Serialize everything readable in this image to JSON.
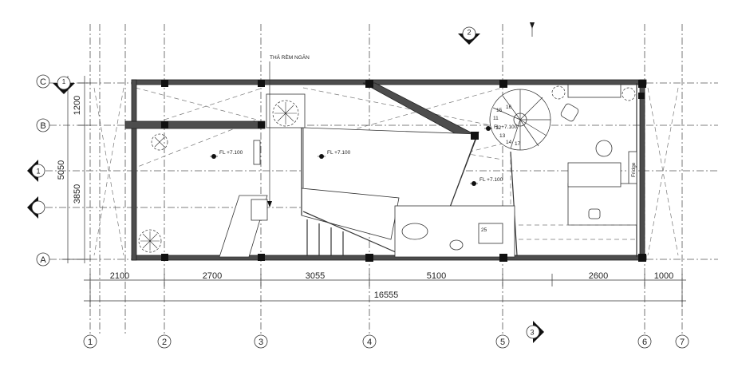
{
  "grid_axes": {
    "columns": [
      "1",
      "2",
      "3",
      "4",
      "5",
      "6",
      "7"
    ],
    "rows": [
      "C",
      "B",
      "A"
    ]
  },
  "dimensions": {
    "horizontal": [
      "2100",
      "2700",
      "3055",
      "5100",
      "2600",
      "1000"
    ],
    "total": "16555",
    "vertical_left": [
      "1200",
      "5050",
      "3850"
    ]
  },
  "labels": {
    "curtain_note": "THẢ RÈM NGĂN",
    "floor_levels": [
      "FL +7.100",
      "FL +7.100",
      "FL +7.100",
      "FL +7.100"
    ],
    "stair_steps": [
      "11",
      "12",
      "13",
      "14",
      "15",
      "16",
      "17"
    ],
    "cabinet_label": "Fridge",
    "small_dim": "25"
  },
  "section_markers": [
    {
      "number": "1",
      "ref": "1"
    },
    {
      "number": "1",
      "ref": "1"
    },
    {
      "number": "2",
      "ref": "2"
    },
    {
      "number": "3",
      "ref": "3"
    }
  ],
  "colors": {
    "wall": "#4d4d4d",
    "line": "#333333",
    "background": "#ffffff"
  }
}
